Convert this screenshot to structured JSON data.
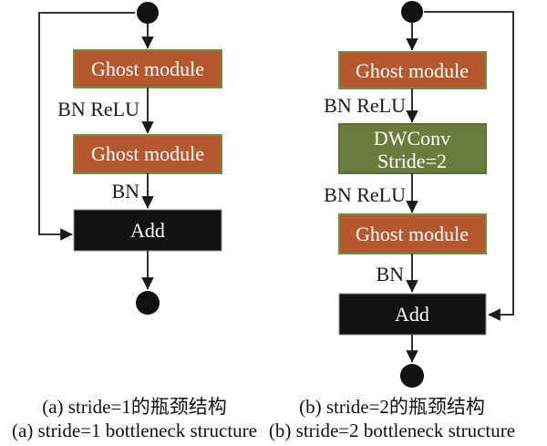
{
  "figure": {
    "a": {
      "ghost1_label": "Ghost module",
      "bn_relu_label": "BN ReLU",
      "ghost2_label": "Ghost module",
      "bn_label": "BN",
      "add_label": "Add",
      "caption_zh": "(a) stride=1的瓶颈结构",
      "caption_en": "(a) stride=1 bottleneck structure"
    },
    "b": {
      "ghost1_label": "Ghost module",
      "bn_relu1_label": "BN ReLU",
      "dwconv_label_line1": "DWConv",
      "dwconv_label_line2": "Stride=2",
      "bn_relu2_label": "BN ReLU",
      "ghost2_label": "Ghost module",
      "bn_label": "BN",
      "add_label": "Add",
      "caption_zh": "(b) stride=2的瓶颈结构",
      "caption_en": "(b) stride=2 bottleneck structure"
    }
  },
  "colors": {
    "ghost_fill": "#b5582f",
    "ghost_border": "#6f9044",
    "dwconv_fill": "#6b7d3c",
    "dwconv_border": "#5c7034",
    "add_fill": "#121212",
    "add_border": "#909090",
    "node_fill": "#111111",
    "arrow": "#1a1a1a",
    "box_text": "#ffffff"
  }
}
